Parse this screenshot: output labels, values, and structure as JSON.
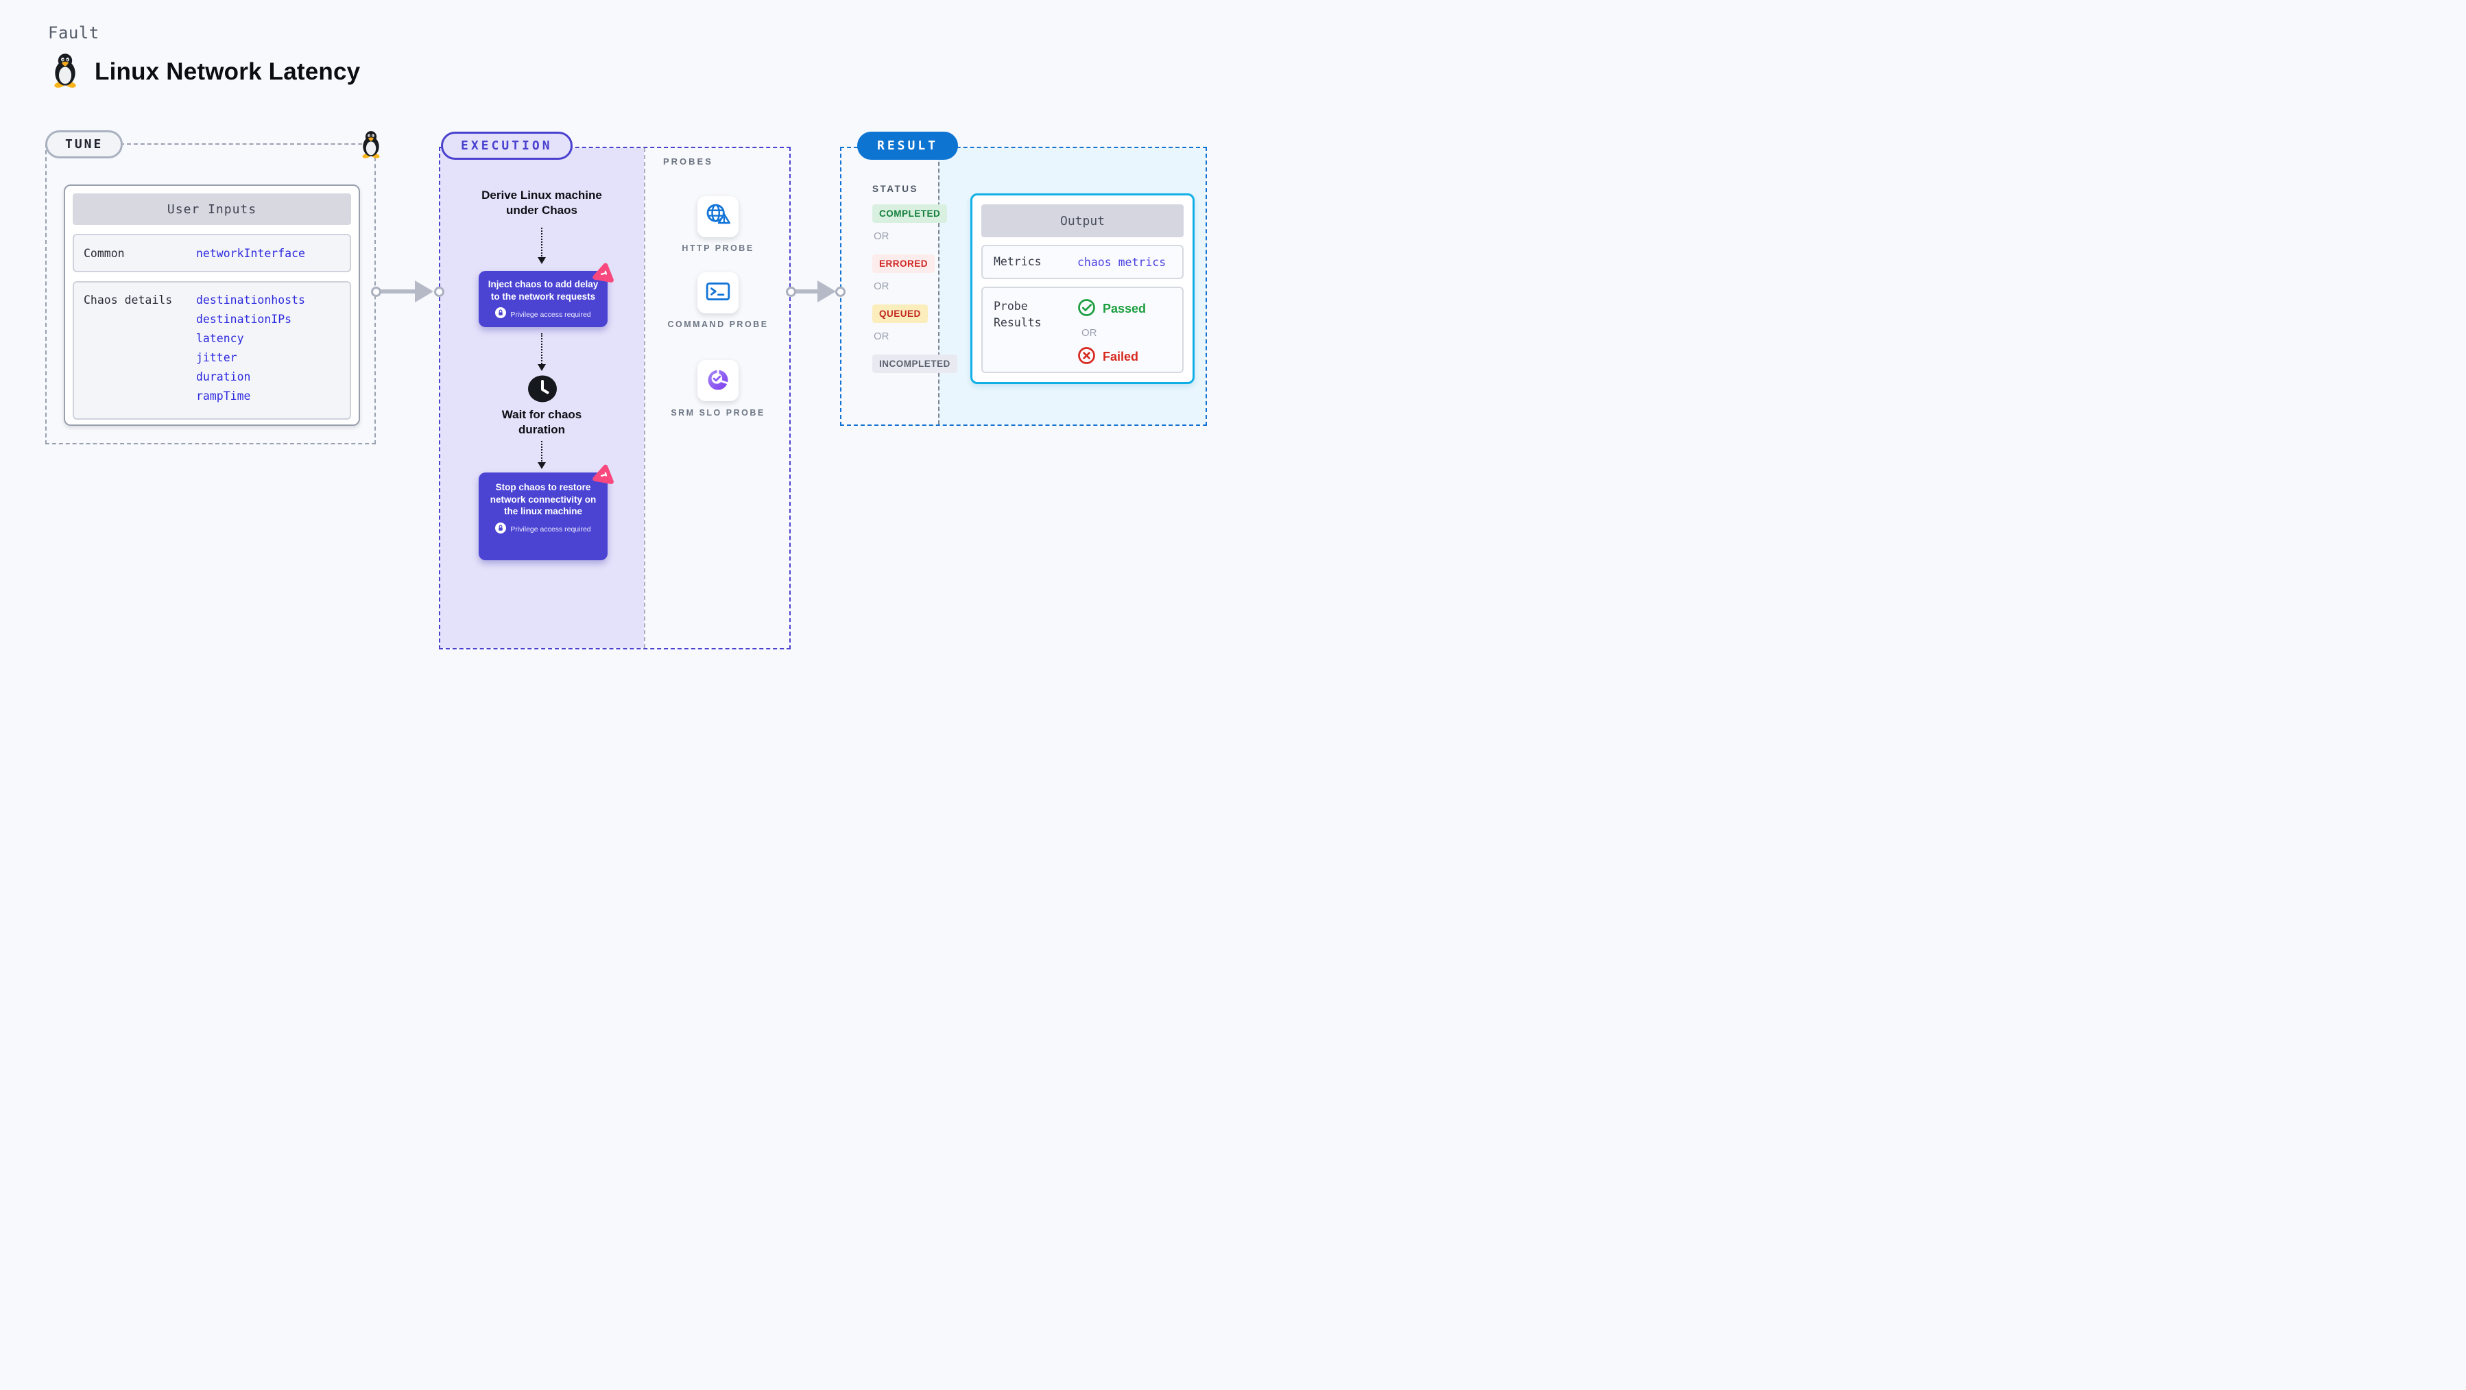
{
  "header": {
    "kicker": "Fault",
    "title": "Linux Network Latency",
    "platform_icon": "tux-penguin"
  },
  "tune": {
    "label": "TUNE",
    "card_title": "User Inputs",
    "rows": [
      {
        "label": "Common",
        "values": [
          "networkInterface"
        ]
      },
      {
        "label": "Chaos details",
        "values": [
          "destinationhosts",
          "destinationIPs",
          "latency",
          "jitter",
          "duration",
          "rampTime"
        ]
      }
    ]
  },
  "execution": {
    "label": "EXECUTION",
    "derive_step": "Derive Linux machine under Chaos",
    "inject_step": "Inject chaos to add delay to the network requests",
    "wait_step": "Wait for chaos duration",
    "stop_step": "Stop chaos to restore network connectivity on the linux machine",
    "privilege_note": "Privilege access required"
  },
  "probes": {
    "label": "PROBES",
    "items": [
      {
        "name": "HTTP PROBE",
        "icon": "globe-warning-icon"
      },
      {
        "name": "COMMAND PROBE",
        "icon": "terminal-icon"
      },
      {
        "name": "SRM SLO PROBE",
        "icon": "pie-check-icon"
      }
    ]
  },
  "result": {
    "label": "RESULT",
    "status_heading": "STATUS",
    "or_label": "OR",
    "statuses": [
      {
        "label": "COMPLETED",
        "text_color": "#157f3d",
        "bg_color": "#d9f0e0"
      },
      {
        "label": "ERRORED",
        "text_color": "#cf2723",
        "bg_color": "#fcecec"
      },
      {
        "label": "QUEUED",
        "text_color": "#c12620",
        "bg_color": "#fbedbc"
      },
      {
        "label": "INCOMPLETED",
        "text_color": "#5b616e",
        "bg_color": "#e9eaf1"
      }
    ],
    "output": {
      "title": "Output",
      "metrics_label": "Metrics",
      "metrics_value": "chaos metrics",
      "probe_results_label": "Probe Results",
      "passed_label": "Passed",
      "failed_label": "Failed"
    }
  },
  "colors": {
    "page_bg": "#f8f9fc",
    "execution_accent": "#4a41cf",
    "execution_fill": "#e4e2fa",
    "step_box": "#4b44d3",
    "chaos_pink": "#f9487e",
    "result_accent": "#0e74d1",
    "result_dash": "#1373d3",
    "output_border": "#10b0e7",
    "output_fill": "#e9f6fd",
    "input_value_blue": "#2b28de",
    "metrics_value_blue": "#4b42e2",
    "passed_green": "#1b9e3e",
    "failed_red": "#d7281e",
    "probe_icon_blue": "#1274d8",
    "srm_purple": "#8b5cf6"
  }
}
